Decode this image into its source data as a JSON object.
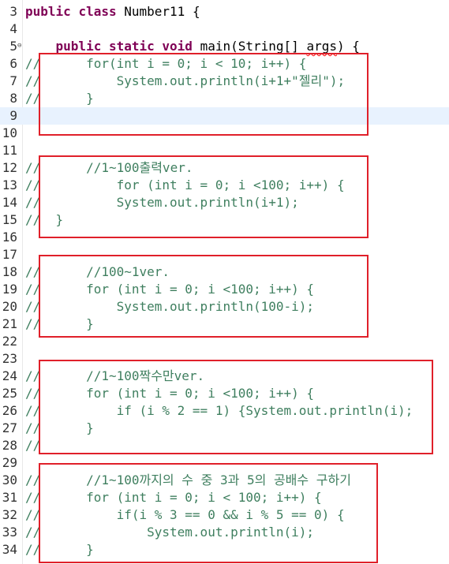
{
  "editor": {
    "lines": [
      {
        "num": "3",
        "prefix": "",
        "pre": "",
        "kind": "header",
        "text": "public class Number11 {"
      },
      {
        "num": "4",
        "prefix": "",
        "text": ""
      },
      {
        "num": "5",
        "prefix": "",
        "fold": "⊖",
        "text": "    public static void main(String[] args) {"
      },
      {
        "num": "6",
        "prefix": "//",
        "text": "        for(int i = 0; i < 10; i++) {"
      },
      {
        "num": "7",
        "prefix": "//",
        "text": "            System.out.println(i+1+\"젤리\");"
      },
      {
        "num": "8",
        "prefix": "//",
        "text": "        }"
      },
      {
        "num": "9",
        "prefix": "",
        "text": ""
      },
      {
        "num": "10",
        "prefix": "",
        "text": ""
      },
      {
        "num": "11",
        "prefix": "",
        "text": ""
      },
      {
        "num": "12",
        "prefix": "//",
        "text": "        //1~100출력ver."
      },
      {
        "num": "13",
        "prefix": "//",
        "text": "            for (int i = 0; i <100; i++) {"
      },
      {
        "num": "14",
        "prefix": "//",
        "text": "            System.out.println(i+1);"
      },
      {
        "num": "15",
        "prefix": "//",
        "text": "    }"
      },
      {
        "num": "16",
        "prefix": "",
        "text": ""
      },
      {
        "num": "17",
        "prefix": "",
        "text": ""
      },
      {
        "num": "18",
        "prefix": "//",
        "text": "        //100~1ver."
      },
      {
        "num": "19",
        "prefix": "//",
        "text": "        for (int i = 0; i <100; i++) {"
      },
      {
        "num": "20",
        "prefix": "//",
        "text": "            System.out.println(100-i);"
      },
      {
        "num": "21",
        "prefix": "//",
        "text": "        }"
      },
      {
        "num": "22",
        "prefix": "",
        "text": ""
      },
      {
        "num": "23",
        "prefix": "",
        "text": ""
      },
      {
        "num": "24",
        "prefix": "//",
        "text": "        //1~100짝수만ver."
      },
      {
        "num": "25",
        "prefix": "//",
        "text": "        for (int i = 0; i <100; i++) {"
      },
      {
        "num": "26",
        "prefix": "//",
        "text": "            if (i % 2 == 1) {System.out.println(i);"
      },
      {
        "num": "27",
        "prefix": "//",
        "text": "        }"
      },
      {
        "num": "28",
        "prefix": "//",
        "text": ""
      },
      {
        "num": "29",
        "prefix": "",
        "text": ""
      },
      {
        "num": "30",
        "prefix": "//",
        "text": "        //1~100까지의 수 중 3과 5의 공배수 구하기"
      },
      {
        "num": "31",
        "prefix": "//",
        "text": "        for (int i = 0; i < 100; i++) {"
      },
      {
        "num": "32",
        "prefix": "//",
        "text": "            if(i % 3 == 0 && i % 5 == 0) {"
      },
      {
        "num": "33",
        "prefix": "//",
        "text": "                System.out.println(i);"
      },
      {
        "num": "34",
        "prefix": "//",
        "text": "        }"
      }
    ],
    "highlight_line": "9"
  },
  "annotation_color": "#e0202a",
  "comment_color": "#3f7f5f",
  "keyword_color": "#7f0055",
  "string_color": "#2a00ff"
}
